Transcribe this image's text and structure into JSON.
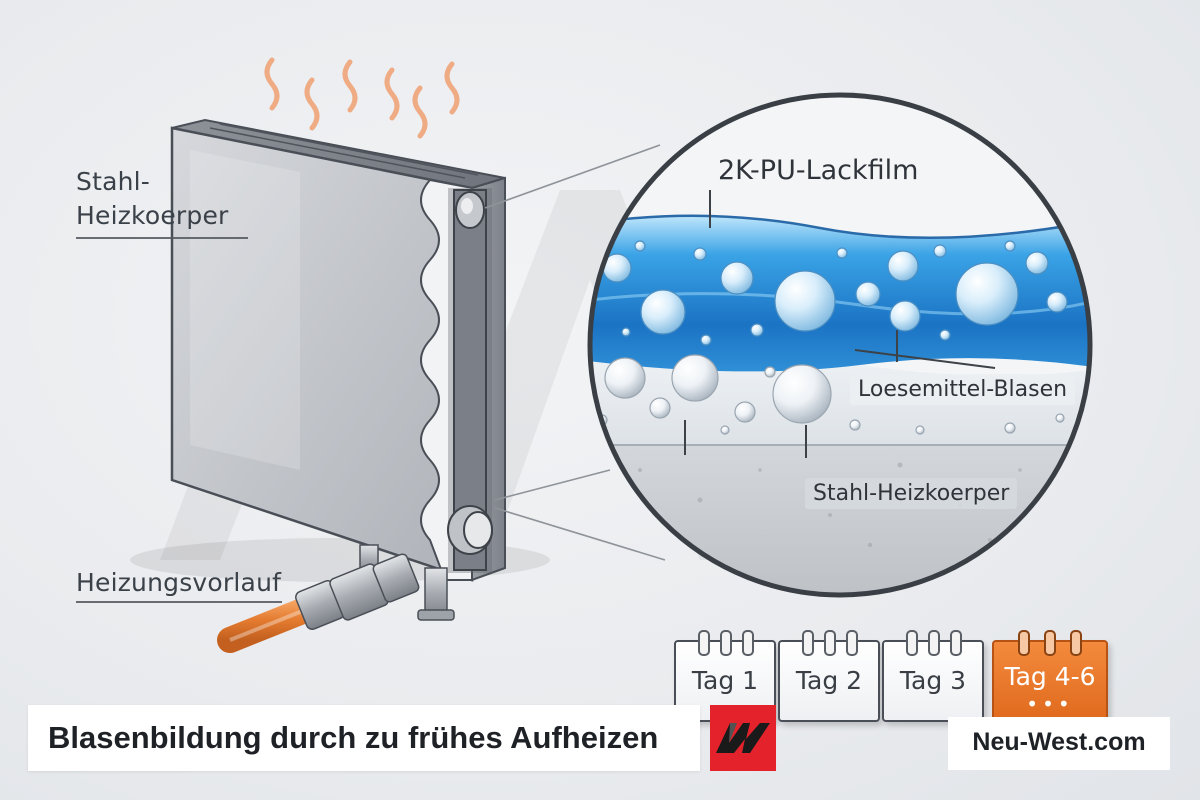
{
  "labels": {
    "radiator_line1": "Stahl-",
    "radiator_line2": "Heizkoerper",
    "flow": "Heizungsvorlauf",
    "paint_film": "2K-PU-Lackfilm",
    "solvent_bubbles": "Loesemittel-Blasen",
    "steel_substrate": "Stahl-Heizkoerper"
  },
  "calendar": {
    "days": [
      {
        "label": "Tag 1",
        "active": false
      },
      {
        "label": "Tag 2",
        "active": false
      },
      {
        "label": "Tag 3",
        "active": false
      },
      {
        "label": "Tag 4-6",
        "active": true
      }
    ],
    "active_dots": "•••"
  },
  "title": "Blasenbildung durch zu frühes Aufheizen",
  "brand": {
    "site": "Neu-West.com",
    "logo_color": "#e3222b"
  },
  "colors": {
    "heat_waves": "#f0a070",
    "paint_blue": "#2f8fd6",
    "pipe_orange": "#e8843a",
    "active_day": "#e8742a"
  }
}
